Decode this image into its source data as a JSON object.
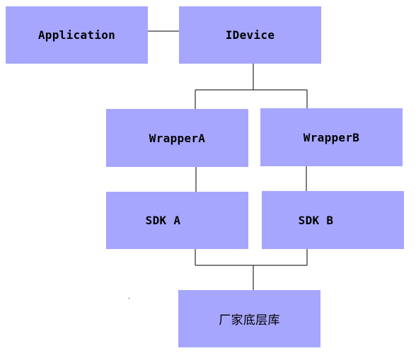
{
  "diagram": {
    "nodes": [
      {
        "id": "application",
        "label": "Application"
      },
      {
        "id": "idevice",
        "label": "IDevice"
      },
      {
        "id": "wrapper_a",
        "label": "WrapperA"
      },
      {
        "id": "wrapper_b",
        "label": "WrapperB"
      },
      {
        "id": "sdk_a",
        "label": "SDK A"
      },
      {
        "id": "sdk_b",
        "label": "SDK B"
      },
      {
        "id": "vendor_lib",
        "label": "厂家底层库"
      }
    ],
    "edges": [
      {
        "from": "application",
        "to": "idevice"
      },
      {
        "from": "idevice",
        "to": "wrapper_a"
      },
      {
        "from": "idevice",
        "to": "wrapper_b"
      },
      {
        "from": "wrapper_a",
        "to": "sdk_a"
      },
      {
        "from": "wrapper_b",
        "to": "sdk_b"
      },
      {
        "from": "sdk_a",
        "to": "vendor_lib"
      },
      {
        "from": "sdk_b",
        "to": "vendor_lib"
      }
    ],
    "node_color": "#a6a6ff",
    "line_color": "#000000"
  }
}
